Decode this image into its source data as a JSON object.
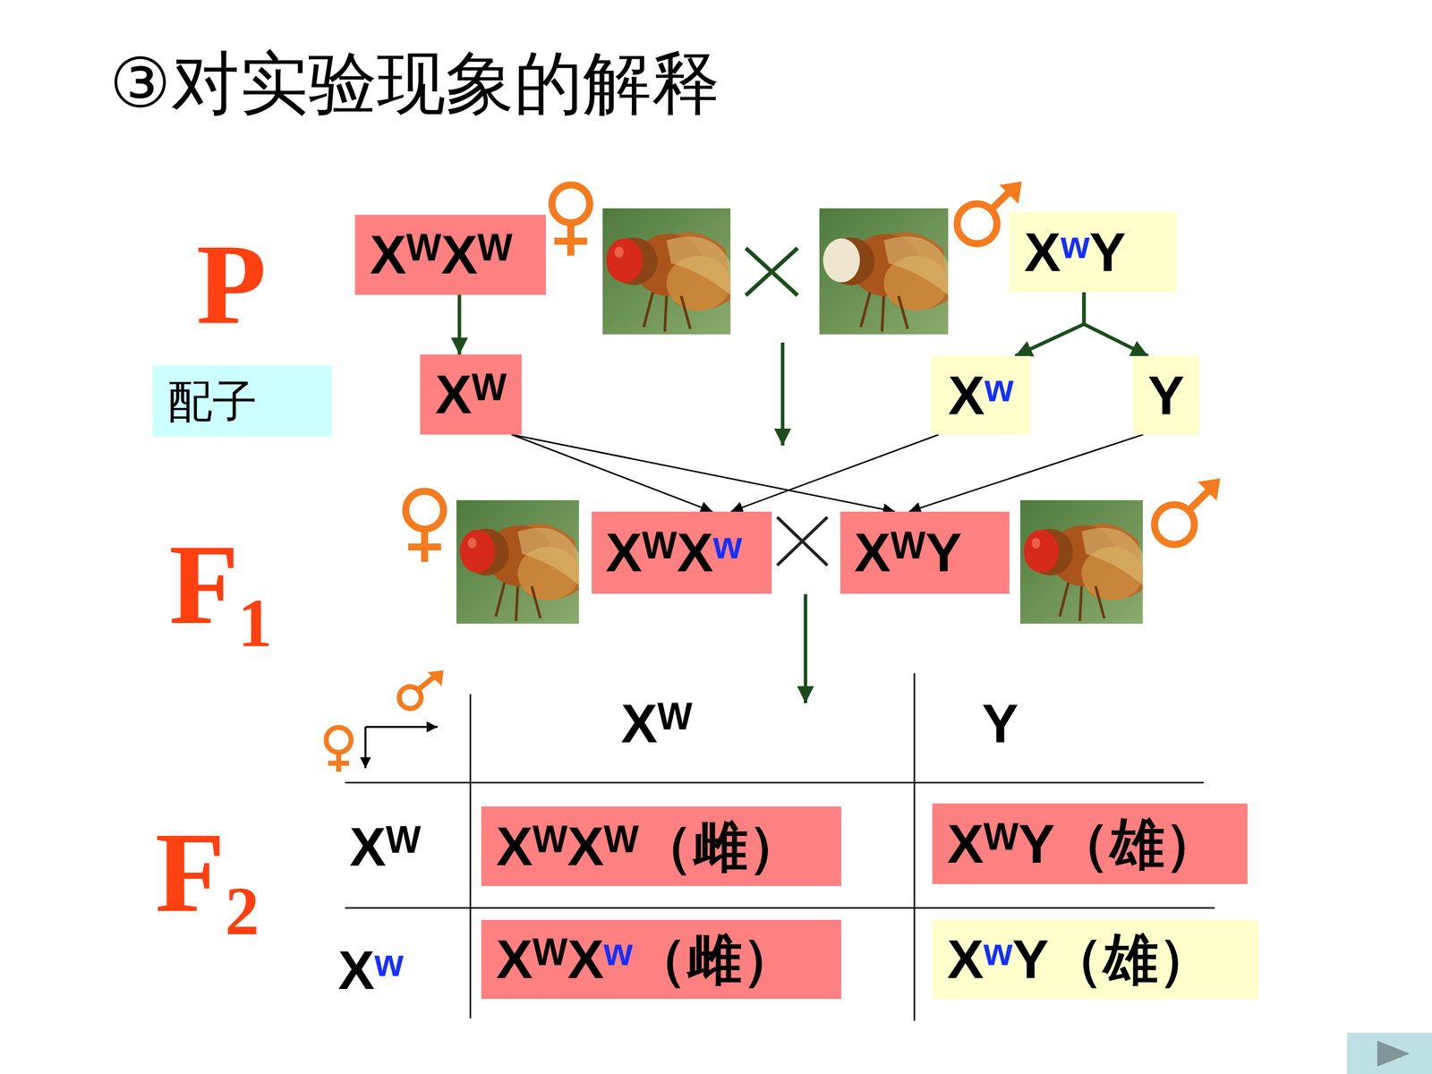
{
  "diagram": {
    "title": "③对实验现象的解释",
    "nodes": [
      {
        "text": [
          "XᵂXᵂ"
        ]
      },
      {
        "text": [
          "XʷY"
        ]
      },
      {
        "text": [
          "配子"
        ]
      },
      {
        "text": [
          "Xᵂ"
        ]
      },
      {
        "text": [
          "Xʷ"
        ]
      },
      {
        "text": [
          "Y"
        ]
      },
      {
        "text": [
          "XᵂXʷ"
        ]
      },
      {
        "text": [
          "XᵂY"
        ]
      },
      {
        "text": [
          "XᵂXᵂ（雌）"
        ]
      },
      {
        "text": [
          "XᵂY（雄）"
        ]
      },
      {
        "text": [
          "XᵂXʷ（雌）"
        ]
      },
      {
        "text": [
          "XʷY（雄）"
        ]
      }
    ],
    "edges": [
      {
        "from": 0,
        "to": 3,
        "arrow": "to"
      },
      {
        "from": 1,
        "to": 4,
        "arrow": "to"
      },
      {
        "from": 1,
        "to": 5,
        "arrow": "to"
      },
      {
        "from": 3,
        "to": 6,
        "arrow": "to"
      },
      {
        "from": 3,
        "to": 7,
        "arrow": "to"
      },
      {
        "from": 4,
        "to": 6,
        "arrow": "to"
      },
      {
        "from": 5,
        "to": 7,
        "arrow": "to"
      }
    ],
    "labels": [
      "P",
      "F₁",
      "F₂",
      "Xᵂ",
      "Y",
      "Xᵂ",
      "Xʷ"
    ]
  }
}
